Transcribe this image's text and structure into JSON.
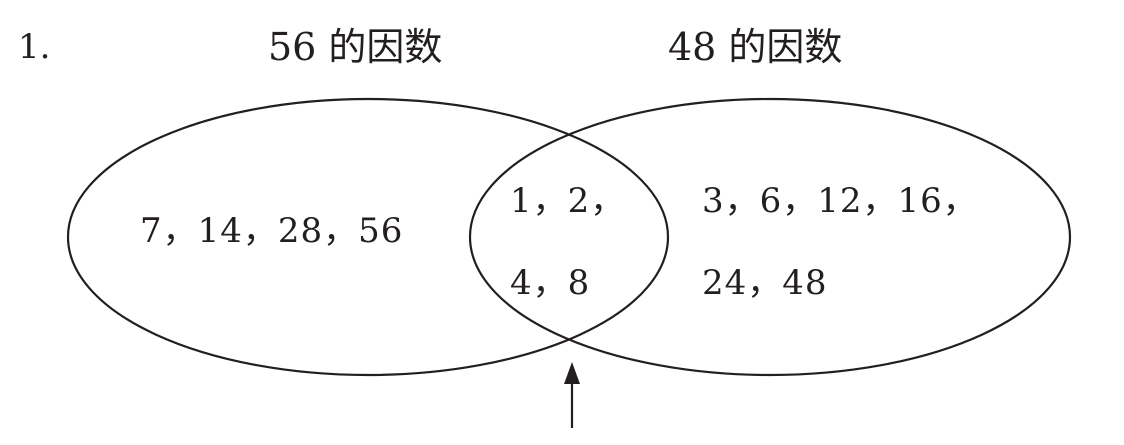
{
  "problem": {
    "number": "1."
  },
  "venn": {
    "left_set": {
      "title": "56 的因数",
      "only_values": "7，14，28，56"
    },
    "right_set": {
      "title": "48 的因数",
      "only_values_line1": "3，6，12，16，",
      "only_values_line2": "24，48"
    },
    "intersection": {
      "line1": "1，2，",
      "line2": "4，8"
    },
    "stroke_color": "#231f20",
    "pointer_icon": "arrow-up"
  }
}
